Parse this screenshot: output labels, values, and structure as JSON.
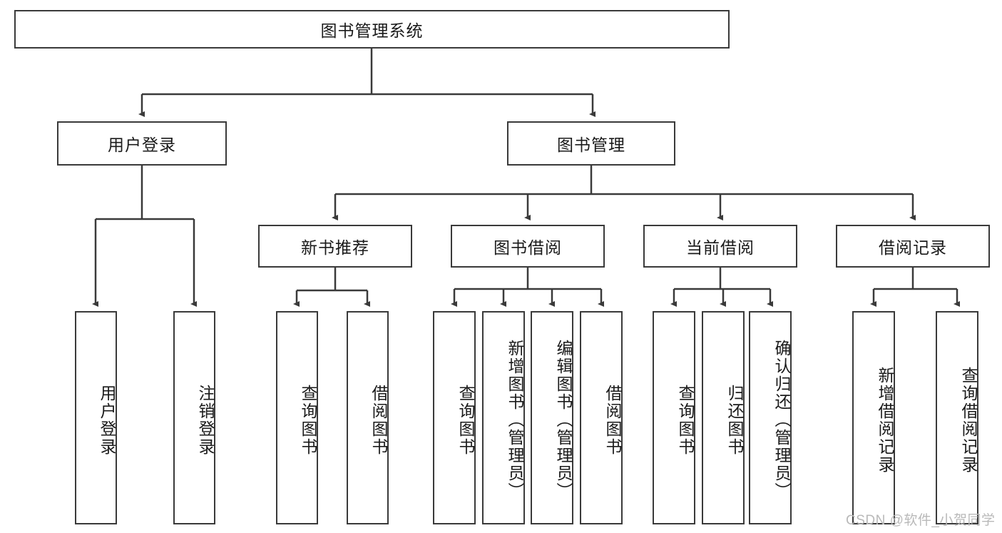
{
  "diagram": {
    "title": "图书管理系统",
    "root": {
      "label": "图书管理系统"
    },
    "level2": [
      {
        "label": "用户登录"
      },
      {
        "label": "图书管理"
      }
    ],
    "level3": [
      {
        "label": "新书推荐"
      },
      {
        "label": "图书借阅"
      },
      {
        "label": "当前借阅"
      },
      {
        "label": "借阅记录"
      }
    ],
    "leaves": {
      "user_login": [
        {
          "label": "用户登录"
        },
        {
          "label": "注销登录"
        }
      ],
      "new_book_recommend": [
        {
          "label": "查询图书"
        },
        {
          "label": "借阅图书"
        }
      ],
      "book_borrow": [
        {
          "label": "查询图书"
        },
        {
          "label": "新增图书（管理员）"
        },
        {
          "label": "编辑图书（管理员）"
        },
        {
          "label": "借阅图书"
        }
      ],
      "current_borrow": [
        {
          "label": "查询图书"
        },
        {
          "label": "归还图书"
        },
        {
          "label": "确认归还（管理员）"
        }
      ],
      "borrow_record": [
        {
          "label": "新增借阅记录"
        },
        {
          "label": "查询借阅记录"
        }
      ]
    }
  },
  "watermark": {
    "text": "CSDN @软件_小贺同学"
  },
  "colors": {
    "box_border": "#3a3a3a",
    "text": "#1a1a1a",
    "background": "#ffffff",
    "watermark": "#b9b9b9"
  }
}
